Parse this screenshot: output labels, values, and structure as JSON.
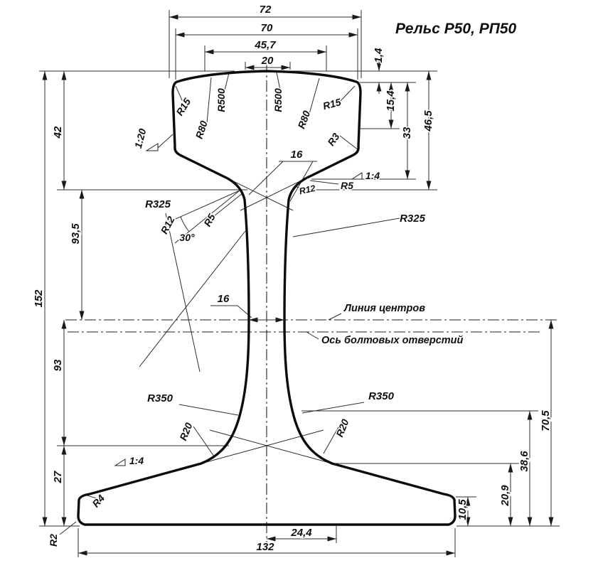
{
  "title": "Рельс Р50, РП50",
  "dims": {
    "w72": "72",
    "w70": "70",
    "w45_7": "45,7",
    "w20": "20",
    "h1_4": "1,4",
    "h15_4": "15,4",
    "h33": "33",
    "h46_5": "46,5",
    "h42": "42",
    "h93_5": "93,5",
    "h152": "152",
    "h93": "93",
    "h27": "27",
    "h70_5": "70,5",
    "h38_6": "38,6",
    "h20_9": "20,9",
    "h10_5": "10,5",
    "w24_4": "24,4",
    "w132": "132",
    "web16_top": "16",
    "web16_mid": "16"
  },
  "radii": {
    "r15_left": "R15",
    "r80_left": "R80",
    "r500_left": "R500",
    "r500_right": "R500",
    "r80_right": "R80",
    "r15_right": "R15",
    "r3": "R3",
    "r5_right": "R5",
    "r12_right": "R12",
    "r325_left": "R325",
    "r12_left": "R12",
    "r5_left": "R5",
    "r325_right": "R325",
    "r350_left": "R350",
    "r350_right": "R350",
    "r20_left": "R20",
    "r20_right": "R20",
    "r4": "R4",
    "r2": "R2"
  },
  "slopes": {
    "head_side": "1:20",
    "fishing": "1:4",
    "foot": "1:4",
    "web_angle": "30°"
  },
  "axes": {
    "centers": "Линия центров",
    "bolt_holes": "Ось болтовых отверстий"
  }
}
